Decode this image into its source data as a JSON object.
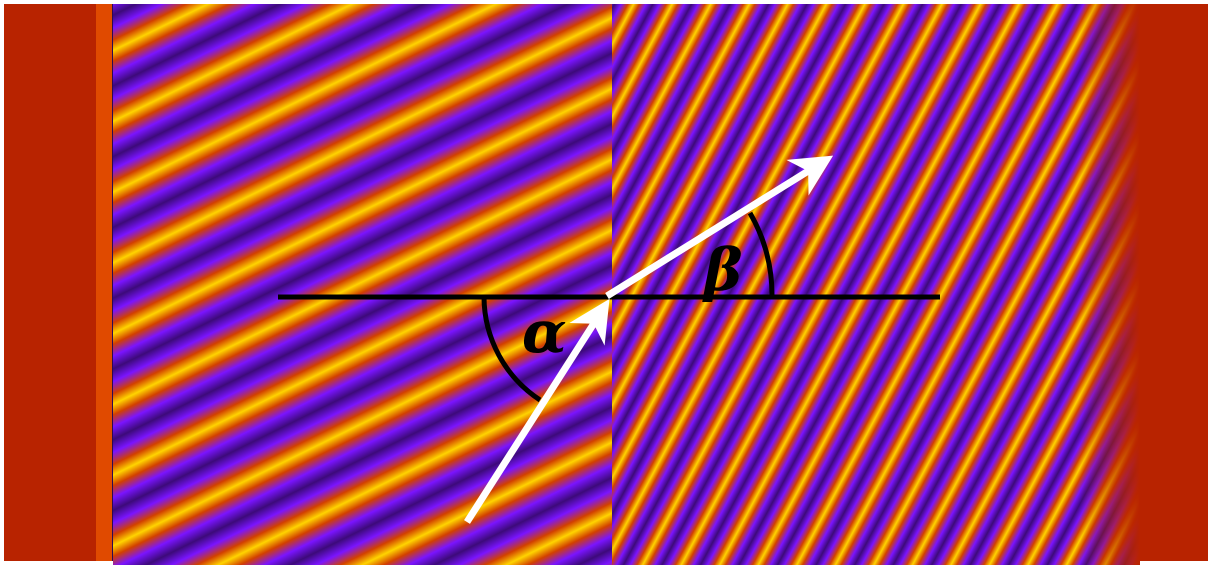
{
  "diagram": {
    "description_type": "wave-refraction",
    "labels": {
      "alpha": "α",
      "beta": "β"
    },
    "colors": {
      "background": "#b82300",
      "band_dark": "#4a0a8a",
      "band_mid": "#7a14ff",
      "band_bright": "#ffd800",
      "band_warm": "#e06000",
      "line": "#000000",
      "arrow": "#ffffff"
    },
    "elements": {
      "interface_line": "boundary-line",
      "incident_arrow": "incident-ray-arrow",
      "refracted_arrow": "refracted-ray-arrow",
      "angle_alpha_arc": "angle-alpha-arc",
      "angle_beta_arc": "angle-beta-arc"
    }
  }
}
